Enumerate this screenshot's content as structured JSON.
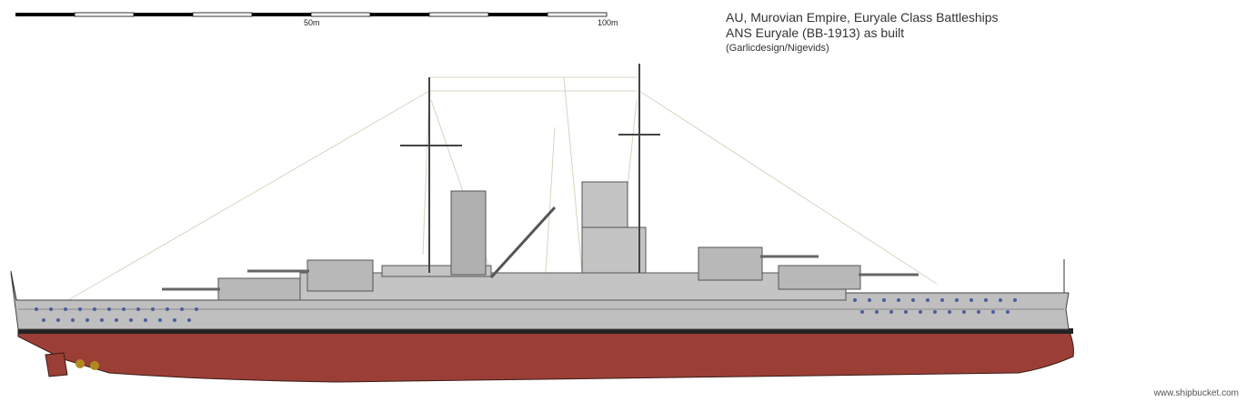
{
  "header": {
    "title_line1": "AU, Murovian Empire, Euryale Class Battleships",
    "title_line2": "ANS Euryale (BB-1913) as built",
    "credit": "(Garlicdesign/Nigevids)"
  },
  "scale_bar": {
    "label_mid": "50m",
    "label_end": "100m"
  },
  "watermark": "www.shipbucket.com",
  "colors": {
    "hull_upper": "#bfbfbf",
    "hull_lower": "#9b3f36",
    "boot_top": "#222222",
    "superstructure": "#c4c4c4",
    "porthole": "#4a5ea0",
    "rigging": "#d8d4c0",
    "propeller": "#b08a20"
  }
}
